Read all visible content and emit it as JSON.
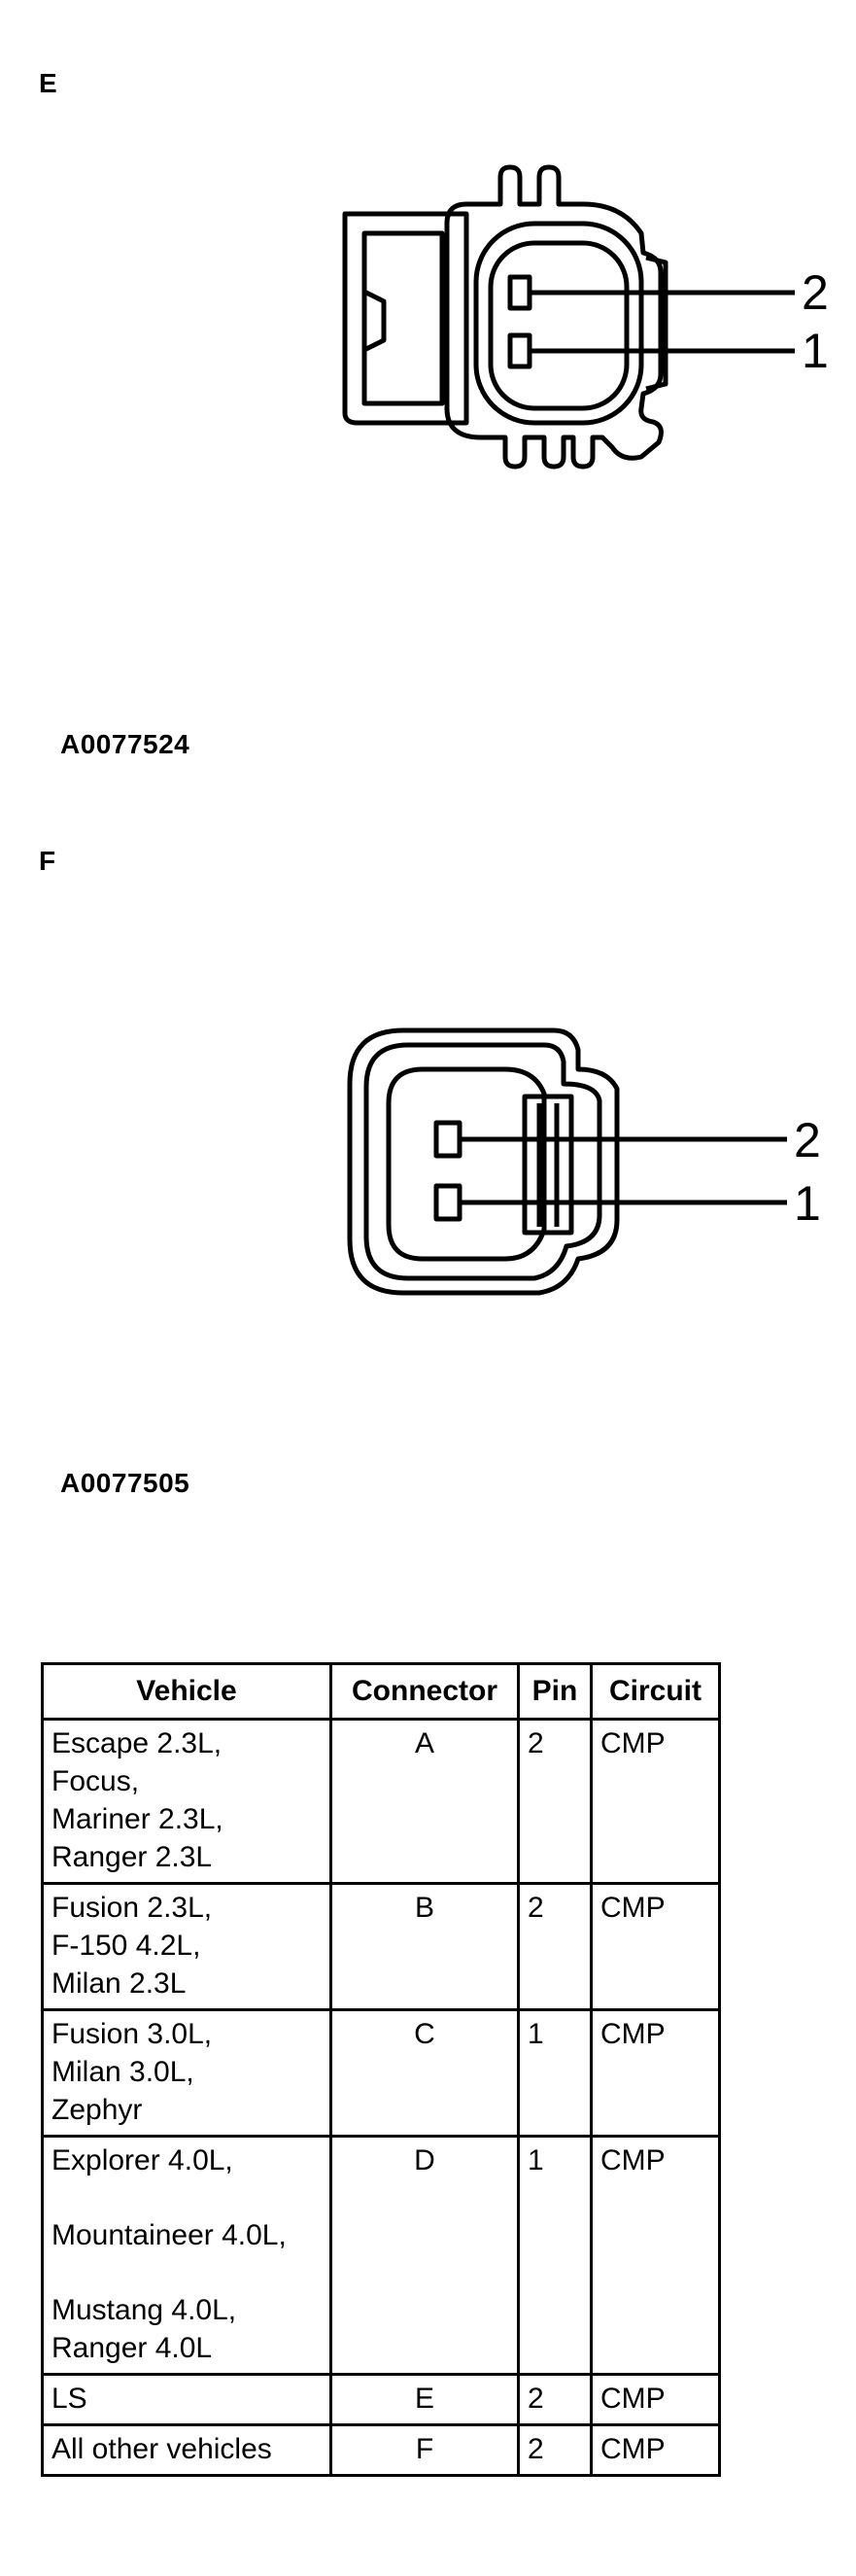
{
  "figures": [
    {
      "letter": "E",
      "id": "A0077524",
      "pins": [
        "2",
        "1"
      ]
    },
    {
      "letter": "F",
      "id": "A0077505",
      "pins": [
        "2",
        "1"
      ]
    }
  ],
  "table": {
    "headers": [
      "Vehicle",
      "Connector",
      "Pin",
      "Circuit"
    ],
    "rows": [
      {
        "vehicle": [
          "Escape 2.3L,",
          "Focus,",
          "Mariner 2.3L,",
          "Ranger 2.3L"
        ],
        "connector": "A",
        "pin": "2",
        "circuit": "CMP"
      },
      {
        "vehicle": [
          "Fusion 2.3L,",
          "F-150 4.2L,",
          "Milan 2.3L"
        ],
        "connector": "B",
        "pin": "2",
        "circuit": "CMP"
      },
      {
        "vehicle": [
          "Fusion 3.0L,",
          "Milan 3.0L,",
          "Zephyr"
        ],
        "connector": "C",
        "pin": "1",
        "circuit": "CMP"
      },
      {
        "vehicle": [
          "Explorer 4.0L,",
          "Mountaineer 4.0L,",
          "Mustang 4.0L,",
          "Ranger 4.0L"
        ],
        "connector": "D",
        "pin": "1",
        "circuit": "CMP"
      },
      {
        "vehicle": [
          "LS"
        ],
        "connector": "E",
        "pin": "2",
        "circuit": "CMP"
      },
      {
        "vehicle": [
          "All other vehicles"
        ],
        "connector": "F",
        "pin": "2",
        "circuit": "CMP"
      }
    ]
  }
}
